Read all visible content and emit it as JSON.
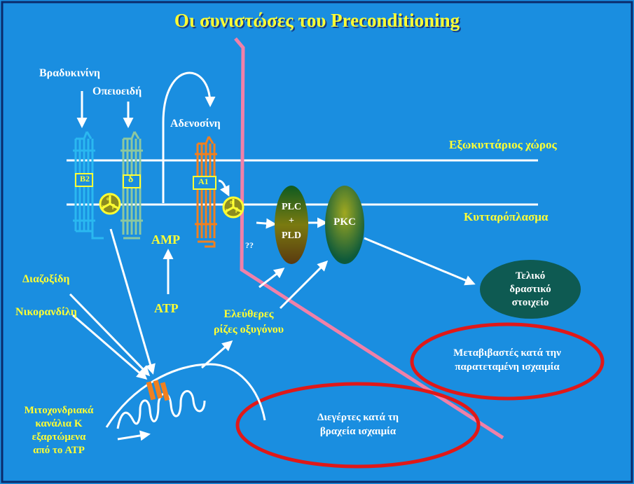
{
  "title": "Οι συνιστώσες του Preconditioning",
  "labels": {
    "bradykinin": "Βραδυκινίνη",
    "opioids": "Οπειοειδή",
    "adenosine": "Αδενοσίνη",
    "extracellular": "Εξωκυττάριος χώρος",
    "cytoplasm": "Κυτταρόπλασμα",
    "amp": "AMP",
    "atp": "ATP",
    "diazoxide": "Διαζοξίδη",
    "nicorandil": "Νικορανδίλη",
    "free_radicals_1": "Ελεύθερες",
    "free_radicals_2": "ρίζες οξυγόνου",
    "question": "??",
    "mito_1": "Μιτοχονδριακά",
    "mito_2": "κανάλια Κ",
    "mito_3": "εξαρτώμενα",
    "mito_4": "από το ΑΤΡ"
  },
  "receptors": {
    "b2": "B2",
    "delta": "δ",
    "a1": "A1"
  },
  "g_protein": {
    "alpha": "α",
    "beta": "β",
    "gamma": "γ"
  },
  "nodes": {
    "plc": "PLC",
    "plus": "+",
    "pld": "PLD",
    "pkc": "PKC",
    "final_1": "Τελικό",
    "final_2": "δραστικό",
    "final_3": "στοιχείο"
  },
  "ovals": {
    "mediators_1": "Μεταβιβαστές κατά την",
    "mediators_2": "παρατεταμένη ισχαιμία",
    "triggers_1": "Διεγέρτες κατά τη",
    "triggers_2": "βραχεία ισχαιμία"
  },
  "colors": {
    "background": "#1a8ee0",
    "text_white": "#ffffff",
    "text_yellow": "#ffff33",
    "receptor_b2": "#2ab8f0",
    "receptor_delta": "#8cc8a0",
    "receptor_a1": "#f08020",
    "pink_line": "#f080a8",
    "red_oval": "#e01818",
    "final_node": "#0e5a52"
  }
}
